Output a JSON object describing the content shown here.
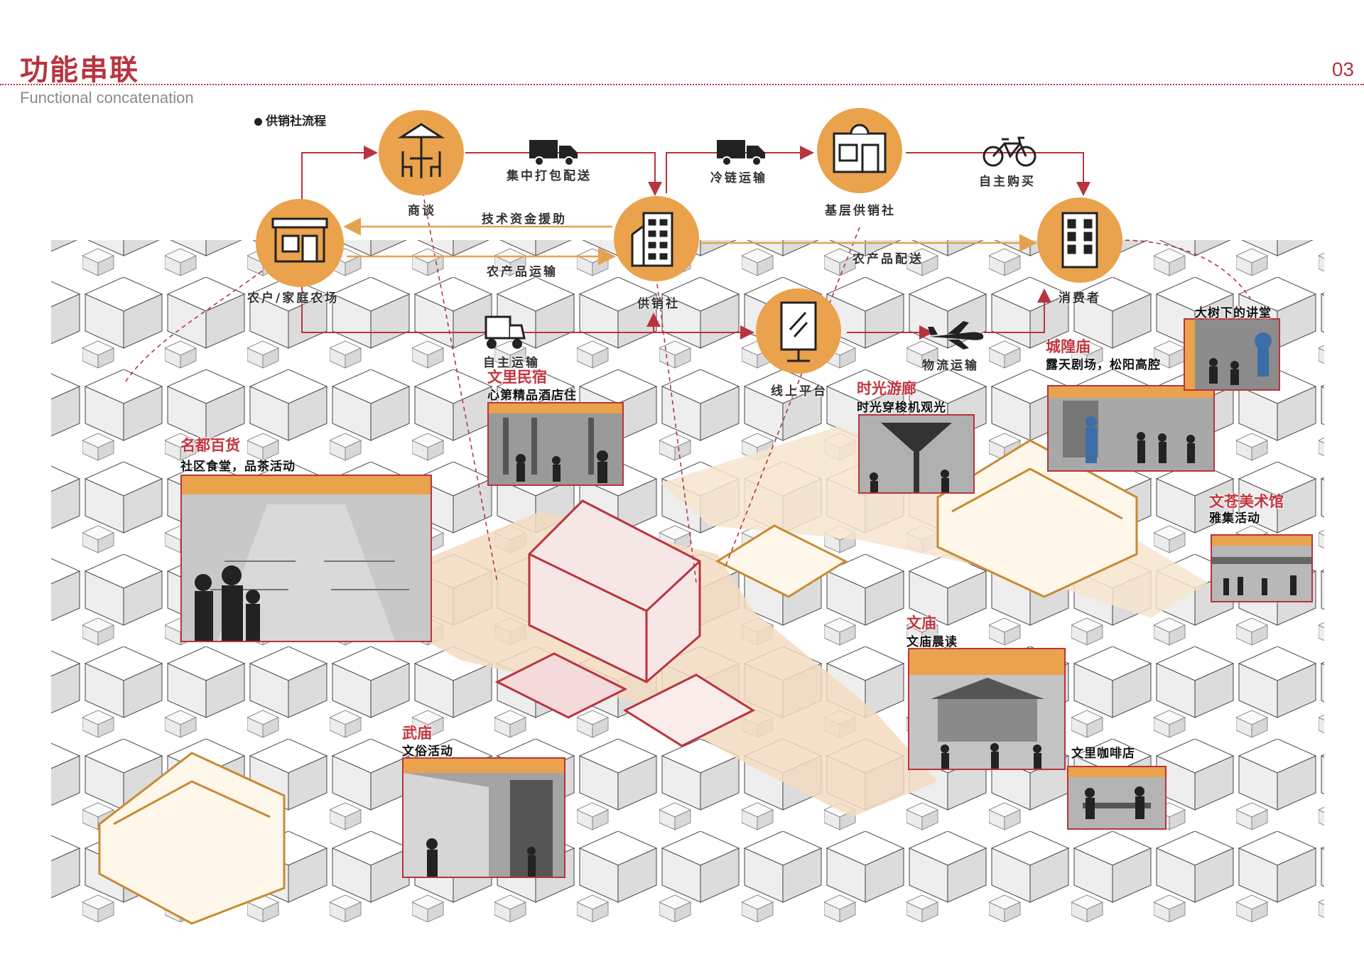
{
  "header": {
    "title": "功能串联",
    "subtitle": "Functional concatenation",
    "page_number": "03"
  },
  "flow": {
    "heading": "供销社流程",
    "nodes": [
      {
        "key": "farm",
        "label": "农户/家庭农场",
        "icon": "shop-icon"
      },
      {
        "key": "talk",
        "label": "商谈",
        "icon": "cafe-table-icon"
      },
      {
        "key": "coop",
        "label": "供销社",
        "icon": "office-building-icon"
      },
      {
        "key": "grassroots",
        "label": "基层供销社",
        "icon": "storefront-icon"
      },
      {
        "key": "consumer",
        "label": "消费者",
        "icon": "apartment-icon"
      },
      {
        "key": "online",
        "label": "线上平台",
        "icon": "billboard-icon"
      }
    ],
    "links": [
      {
        "key": "pack",
        "label": "集中打包配送",
        "icon": "truck-icon"
      },
      {
        "key": "cold",
        "label": "冷链运输",
        "icon": "truck-icon"
      },
      {
        "key": "buy",
        "label": "自主购买",
        "icon": "bicycle-icon"
      },
      {
        "key": "tech",
        "label": "技术资金援助"
      },
      {
        "key": "produce",
        "label": "农产品运输"
      },
      {
        "key": "dist",
        "label": "农产品配送"
      },
      {
        "key": "self",
        "label": "自主运输",
        "icon": "tricycle-cart-icon"
      },
      {
        "key": "logistics",
        "label": "物流运输",
        "icon": "airplane-icon"
      }
    ]
  },
  "places": [
    {
      "key": "wenli",
      "title": "文里民宿",
      "subtitle": "心第精品酒店住"
    },
    {
      "key": "mingdu",
      "title": "名都百货",
      "subtitle": "社区食堂，品茶活动"
    },
    {
      "key": "shiguang",
      "title": "时光游廊",
      "subtitle": "时光穿梭机观光"
    },
    {
      "key": "chenghuang",
      "title": "城隍庙",
      "subtitle": "露天剧场，松阳高腔"
    },
    {
      "key": "dashu",
      "title": "",
      "subtitle": "大树下的讲堂"
    },
    {
      "key": "wencang",
      "title": "文苍美术馆",
      "subtitle": "雅集活动"
    },
    {
      "key": "wenmiao",
      "title": "文庙",
      "subtitle": "文庙晨读"
    },
    {
      "key": "cafe",
      "title": "",
      "subtitle": "文里咖啡店"
    },
    {
      "key": "wumiao",
      "title": "武庙",
      "subtitle": "文俗活动"
    }
  ],
  "colors": {
    "accent_red": "#b8343f",
    "node_orange": "#eaa24c",
    "flow_orange": "#e4a24f",
    "highlight_zone": "#f3dcbf",
    "building_stroke": "#4a4a4a"
  }
}
